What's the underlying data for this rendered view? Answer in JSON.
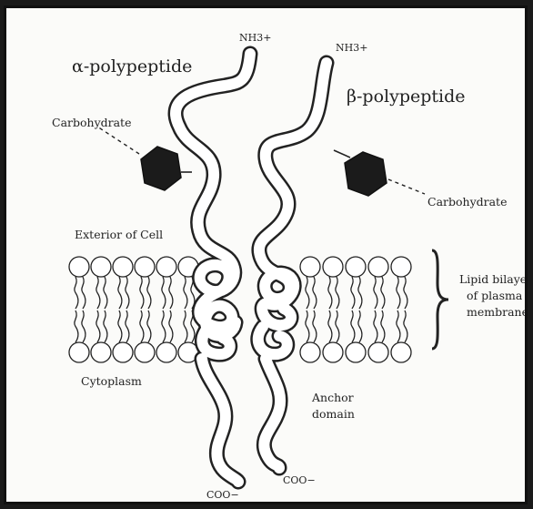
{
  "figure": {
    "labels": {
      "alpha_polypeptide": "α-polypeptide",
      "beta_polypeptide": "β-polypeptide",
      "carbohydrate_left": "Carbohydrate",
      "carbohydrate_right": "Carbohydrate",
      "exterior": "Exterior of Cell",
      "cytoplasm": "Cytoplasm",
      "anchor_line1": "Anchor",
      "anchor_line2": "domain",
      "bilayer_line1": "Lipid bilayer",
      "bilayer_line2": "of plasma",
      "bilayer_line3": "membrane",
      "nh3_left": "NH3+",
      "nh3_right": "NH3+",
      "coo_left": "COO−",
      "coo_right": "COO−"
    },
    "colors": {
      "ink": "#222222",
      "carbohydrate_fill": "#1b1b1b",
      "background": "#fbfbf9"
    }
  }
}
